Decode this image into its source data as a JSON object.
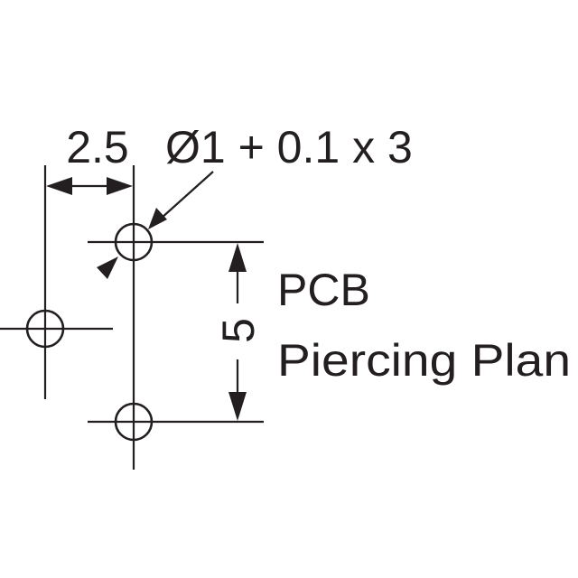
{
  "dimensions": {
    "pitch_horizontal": "2.5",
    "hole_spec": "Ø1 + 0.1 x 3",
    "pitch_vertical": "5"
  },
  "label": {
    "line1": "PCB",
    "line2": "Piercing Plan"
  },
  "holes_count": 3,
  "colors": {
    "ink": "#231f20",
    "background": "#ffffff"
  }
}
